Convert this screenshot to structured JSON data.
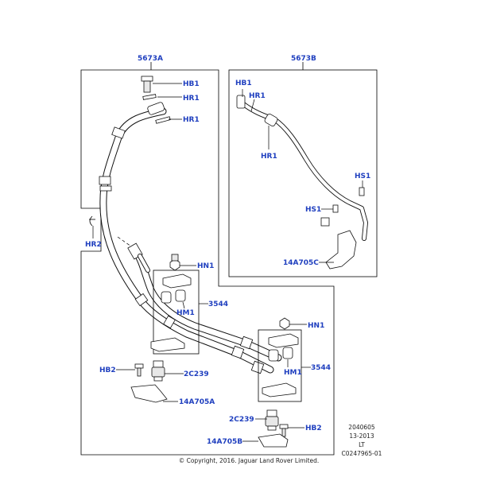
{
  "callouts": {
    "assy_a": "5673A",
    "assy_b": "5673B",
    "hb1_a": "HB1",
    "hr1_a1": "HR1",
    "hr1_a2": "HR1",
    "hr2": "HR2",
    "hn1_a": "HN1",
    "n3544_a": "3544",
    "hm1_a": "HM1",
    "hb2_a": "HB2",
    "c2c239_a": "2C239",
    "c14a705a": "14A705A",
    "hn1_b": "HN1",
    "n3544_b": "3544",
    "hm1_b": "HM1",
    "c2c239_b": "2C239",
    "hb2_b": "HB2",
    "c14a705b": "14A705B",
    "hb1_b": "HB1",
    "hr1_b1": "HR1",
    "hr1_b2": "HR1",
    "hs1_1": "HS1",
    "hs1_2": "HS1",
    "c14a705c": "14A705C"
  },
  "reference": {
    "line1": "2040605",
    "line2": "13-2013",
    "line3": "LT",
    "line4": "C0247965-01"
  },
  "copyright": "© Copyright, 2016. Jaguar Land Rover Limited."
}
